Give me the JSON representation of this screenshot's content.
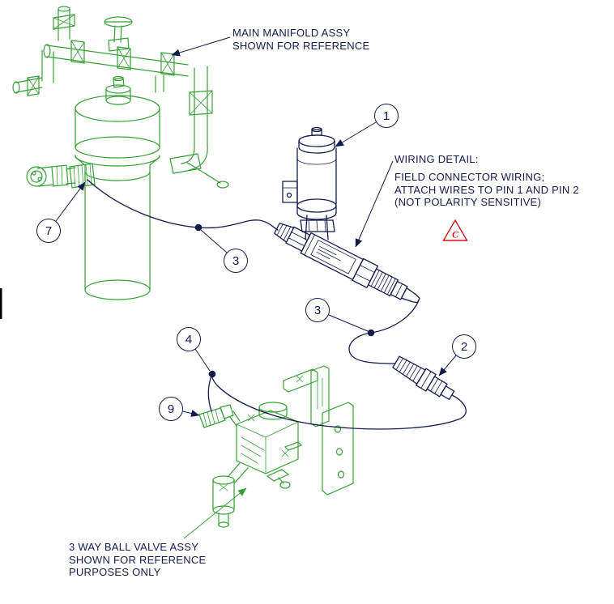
{
  "colors": {
    "ink": "#141b4d",
    "reference_green": "#35a135",
    "warning_red": "#d41414",
    "background": "#ffffff"
  },
  "notes": {
    "manifold": [
      "MAIN MANIFOLD ASSY",
      "SHOWN FOR REFERENCE"
    ],
    "wiring_title": "WIRING DETAIL:",
    "wiring_body": [
      "FIELD CONNECTOR WIRING;",
      "ATTACH WIRES TO PIN 1 AND PIN 2",
      "(NOT POLARITY SENSITIVE)"
    ],
    "ball_valve": [
      "3 WAY BALL VALVE ASSY",
      "SHOWN FOR REFERENCE",
      "PURPOSES ONLY"
    ]
  },
  "warning": {
    "symbol": "triangle",
    "letter": "C"
  },
  "callouts": [
    {
      "id": "1",
      "label": "1"
    },
    {
      "id": "2",
      "label": "2"
    },
    {
      "id": "3a",
      "label": "3"
    },
    {
      "id": "3b",
      "label": "3"
    },
    {
      "id": "4",
      "label": "4"
    },
    {
      "id": "7",
      "label": "7"
    },
    {
      "id": "9",
      "label": "9"
    }
  ]
}
